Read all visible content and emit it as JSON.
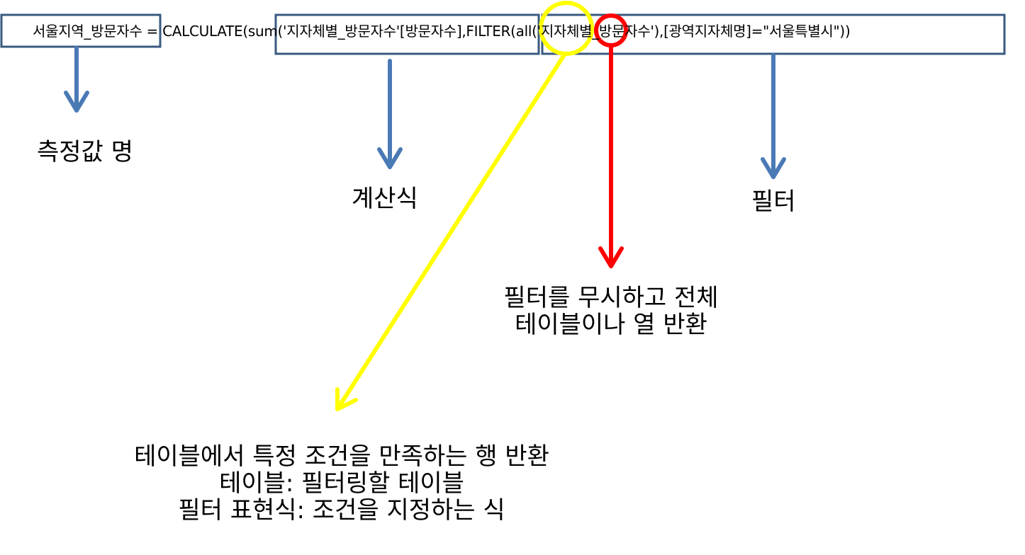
{
  "formula": {
    "measure_name": "서울지역_방문자수",
    "equals": " = ",
    "func_open": "CALCULATE(",
    "expression": "sum('지자체별_방문자수'[방문자수]",
    "filter_part": ",FILTER(all('지자체별_방문자수'),[광역지자체명]=\"서울특별시\"))"
  },
  "labels": {
    "measure": "측정값 명",
    "expression": "계산식",
    "filter": "필터",
    "all_desc": [
      "필터를 무시하고 전체",
      "테이블이나 열 반환"
    ],
    "filter_desc": [
      "테이블에서 특정 조건을 만족하는 행 반환",
      "테이블: 필터링할 테이블",
      "필터 표현식: 조건을 지정하는 식"
    ]
  },
  "colors": {
    "box_border": "#3a5a80",
    "blue_arrow": "#4a7ab5",
    "red": "#ff0000",
    "yellow": "#ffff00"
  }
}
